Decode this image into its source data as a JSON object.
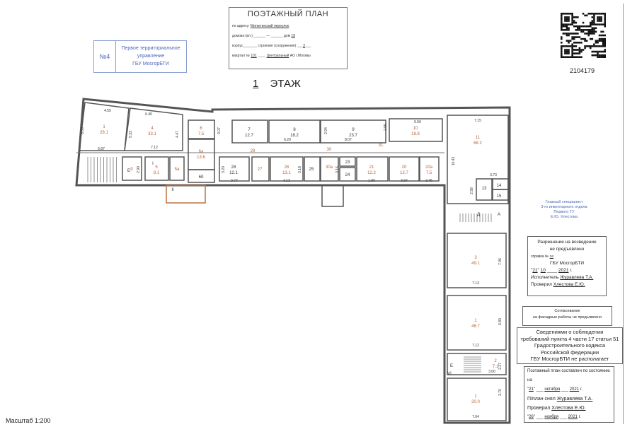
{
  "header": {
    "title": "ПОЭТАЖНЫЙ ПЛАН",
    "address_label": "по адресу:",
    "address": "Милютинский переулок",
    "street_label": "домовл.(вл.)",
    "street_value": "—",
    "house_label": "дом",
    "house": "18",
    "corpus_label": "корпус",
    "building_label": "строение (сооружение)",
    "building": "3",
    "quarter_label": "квартал №",
    "quarter": "101",
    "district": "Центральный",
    "district_suffix": "АО г.Москвы"
  },
  "stamp": {
    "number": "№4",
    "line1": "Первое территориальное",
    "line2": "управление",
    "line3": "ГБУ МосгорБТИ"
  },
  "doc_id": "2104179",
  "floor": {
    "number": "1",
    "label": "ЭТАЖ"
  },
  "scale": "Масштаб 1:200",
  "specialist": {
    "line1": "Главный специалист",
    "line2": "3-го инвентарного отдела",
    "line3": "Первого ТУ",
    "line4": "Е.Ю. Хлестова"
  },
  "permit": {
    "line1": "Разрешение на возведение",
    "line2": "не предъявлено",
    "ref_label": "справка №",
    "ref": "г.е",
    "org": "ГБУ МосгорБТИ",
    "day": "21",
    "month": "10",
    "year": "2021",
    "year_suffix": "г.",
    "executor_label": "Исполнитель",
    "executor": "Журавлева Т.А.",
    "checker_label": "Проверил",
    "checker": "Хлестова Е.Ю."
  },
  "facade": {
    "line1": "Согласование",
    "line2": "на фасадные работы не предъявлено"
  },
  "compliance": {
    "line1": "Сведениями о соблюдении",
    "line2": "требований пункта 4 части 17 статьи 51",
    "line3": "Градостроительного кодекса",
    "line4": "Российской федерации",
    "line5": "ГБУ МосгорБТИ не располагает"
  },
  "state": {
    "line1": "Поэтажный план составлен по состоянию на",
    "day": "21",
    "month": "октября",
    "year": "2021",
    "g": "г.",
    "taken_label": "П/план снял",
    "taken_by": "Журавлева Т.А.",
    "checker_label": "Проверил",
    "checker": "Хлестова Е.Ю.",
    "day2": "26",
    "month2": "ноября",
    "year2": "2021"
  },
  "rooms": [
    {
      "num": "1",
      "area": "28.1"
    },
    {
      "num": "4",
      "area": "33.1"
    },
    {
      "num": "6",
      "area": "7.5"
    },
    {
      "num": "6а",
      "area": "13.6"
    },
    {
      "num": "6б",
      "area": ""
    },
    {
      "num": "7",
      "area": "12.7"
    },
    {
      "num": "8",
      "area": "18.2"
    },
    {
      "num": "9",
      "area": "23.7"
    },
    {
      "num": "10",
      "area": "18.8"
    },
    {
      "num": "28",
      "area": "12.1"
    },
    {
      "num": "27",
      "area": ""
    },
    {
      "num": "26",
      "area": "13.1"
    },
    {
      "num": "25",
      "area": ""
    },
    {
      "num": "30а",
      "area": ""
    },
    {
      "num": "23",
      "area": ""
    },
    {
      "num": "24",
      "area": ""
    },
    {
      "num": "21",
      "area": "12.2"
    },
    {
      "num": "20",
      "area": "12.7"
    },
    {
      "num": "20а",
      "area": "7.5"
    },
    {
      "num": "11",
      "area": "68.2"
    },
    {
      "num": "13",
      "area": ""
    },
    {
      "num": "14",
      "area": ""
    },
    {
      "num": "15",
      "area": ""
    },
    {
      "num": "3",
      "area": "49.1"
    },
    {
      "num": "1",
      "area": "46.7"
    },
    {
      "num": "2",
      "area": "7.1"
    },
    {
      "num": "1",
      "area": "20.0"
    },
    {
      "num": "5",
      "area": "8.1"
    },
    {
      "num": "5а",
      "area": ""
    },
    {
      "num": "б",
      "area": ""
    }
  ],
  "labels": [
    "29",
    "30",
    "31",
    "Д",
    "А",
    "Е",
    "I",
    "II",
    "Б",
    "VI"
  ],
  "dims": [
    "4.55",
    "6.40",
    "5.33",
    "4.47",
    "5.87",
    "7.12",
    "6.00",
    "2.90",
    "3.07",
    "6.20",
    "2.94",
    "8.07",
    "2.95",
    "6.56",
    "3.20",
    "3.77",
    "4.13",
    "3.18",
    "3.16",
    "1.80",
    "3.97",
    "2.45",
    "7.15",
    "10.43",
    "3.73",
    "2.98",
    "7.06",
    "7.13",
    "6.80",
    "7.12",
    "2.37",
    "3.00",
    "3.70",
    "7.04"
  ],
  "colors": {
    "wall": "#555555",
    "room_label": "#b5653a",
    "stamp": "#4a66b5"
  }
}
